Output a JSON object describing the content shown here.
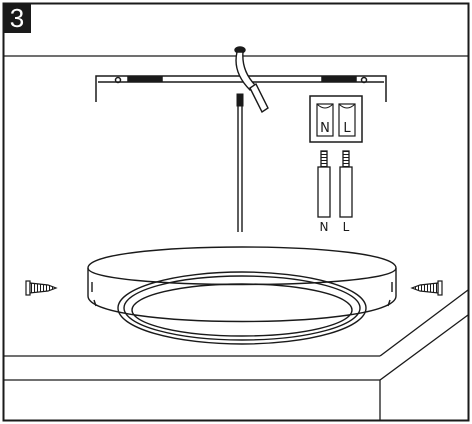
{
  "step": {
    "number": "3"
  },
  "terminal_block": {
    "neutral": "N",
    "live": "L"
  },
  "wire_labels": {
    "neutral": "N",
    "live": "L"
  },
  "colors": {
    "line": "#1a1a1a",
    "badge_bg": "#1a1a1a",
    "badge_text": "#ffffff",
    "background": "#ffffff"
  },
  "icons": [
    "screw-icon",
    "mounting-bracket",
    "cable-gland",
    "terminal-block",
    "ceiling-light"
  ]
}
